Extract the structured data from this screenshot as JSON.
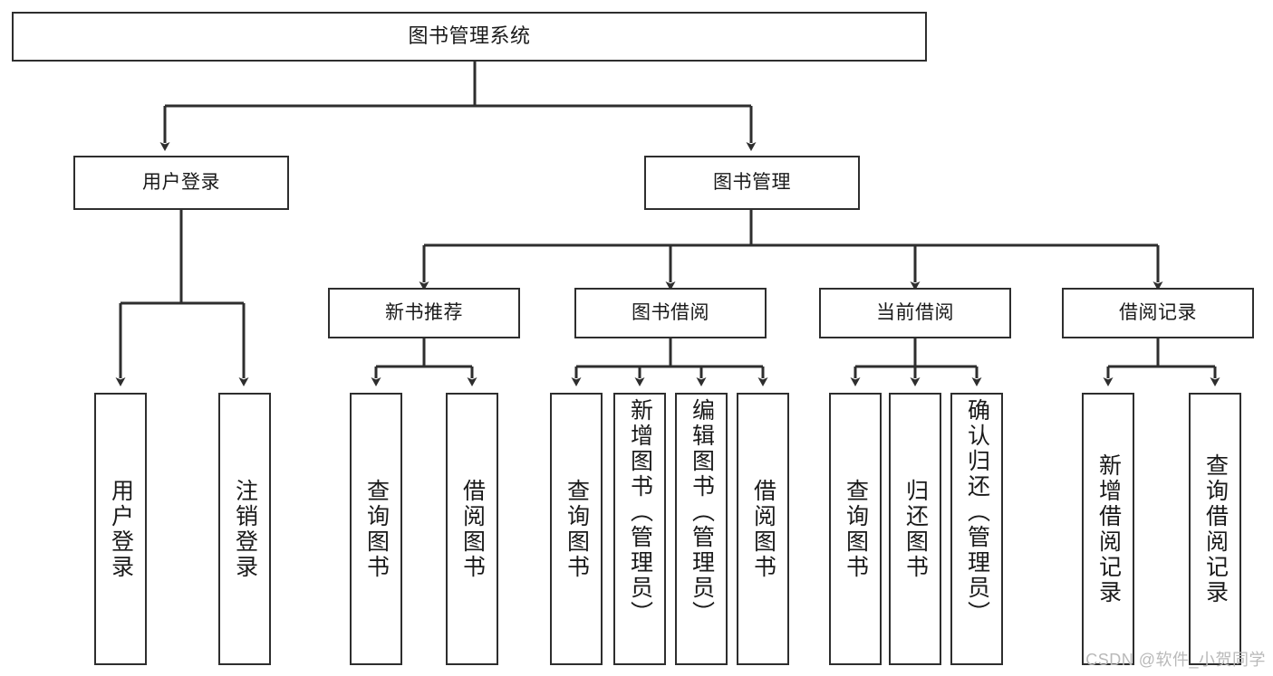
{
  "diagram": {
    "title": "图书管理系统",
    "type": "tree-hierarchy-chart",
    "watermark": "CSDN @软件_小贺同学",
    "colors": {
      "stroke": "#2e2e2e",
      "fill": "#ffffff",
      "text": "#1a1a1a",
      "watermark": "#b9b9b9"
    },
    "nodes": {
      "root": {
        "label": "图书管理系统"
      },
      "level1": [
        {
          "label": "用户登录"
        },
        {
          "label": "图书管理"
        }
      ],
      "level2": [
        {
          "label": "新书推荐"
        },
        {
          "label": "图书借阅"
        },
        {
          "label": "当前借阅"
        },
        {
          "label": "借阅记录"
        }
      ],
      "leaves_user_login": [
        {
          "label": "用户登录"
        },
        {
          "label": "注销登录"
        }
      ],
      "leaves_new_book": [
        {
          "label": "查询图书"
        },
        {
          "label": "借阅图书"
        }
      ],
      "leaves_borrow": [
        {
          "label": "查询图书"
        },
        {
          "label": "新增图书（管理员）"
        },
        {
          "label": "编辑图书（管理员）"
        },
        {
          "label": "借阅图书"
        }
      ],
      "leaves_current": [
        {
          "label": "查询图书"
        },
        {
          "label": "归还图书"
        },
        {
          "label": "确认归还（管理员）"
        }
      ],
      "leaves_records": [
        {
          "label": "新增借阅记录"
        },
        {
          "label": "查询借阅记录"
        }
      ]
    }
  }
}
